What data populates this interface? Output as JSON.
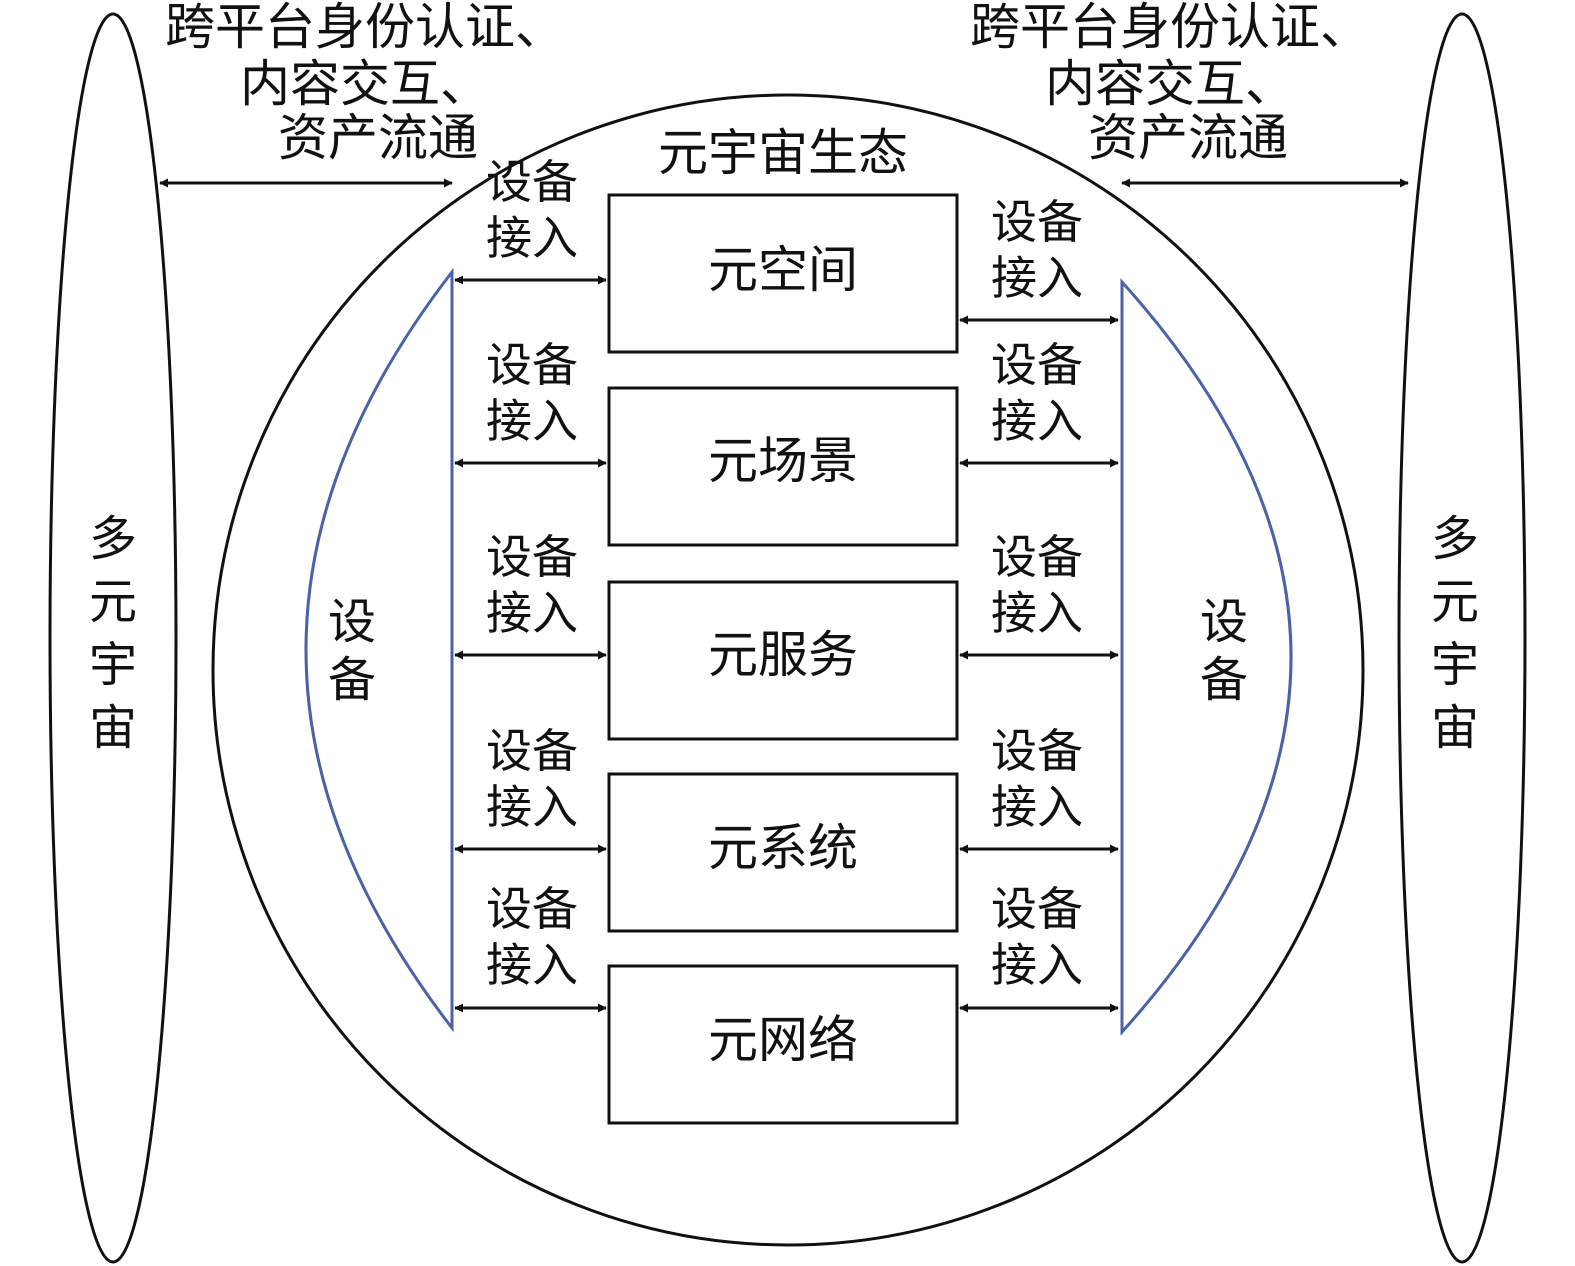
{
  "diagram": {
    "ecosystem_title": "元宇宙生态",
    "cross_label_left": [
      "跨平台身份认证、",
      "内容交互、",
      "资产流通"
    ],
    "cross_label_right": [
      "跨平台身份认证、",
      "内容交互、",
      "资产流通"
    ],
    "multiverse_left": [
      "多",
      "元",
      "宇",
      "宙"
    ],
    "multiverse_right": [
      "多",
      "元",
      "宇",
      "宙"
    ],
    "device_left": [
      "设",
      "备"
    ],
    "device_right": [
      "设",
      "备"
    ],
    "access_label": [
      "设备",
      "接入"
    ],
    "modules": [
      "元空间",
      "元场景",
      "元服务",
      "元系统",
      "元网络"
    ],
    "colors": {
      "stroke": "#111111",
      "device_outline": "#4a63a8",
      "background": "#ffffff"
    }
  }
}
